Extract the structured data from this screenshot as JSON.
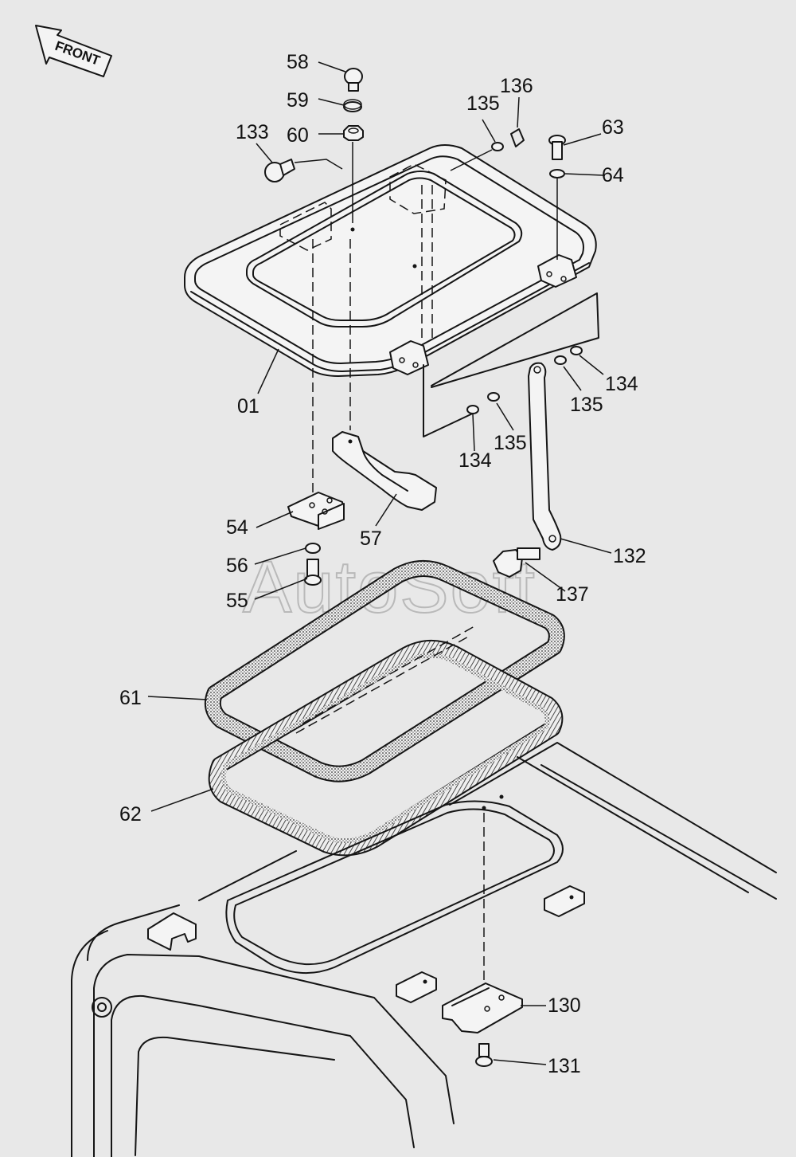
{
  "front_arrow": {
    "text": "FRONT"
  },
  "watermark": "AutoSoft",
  "part_labels": {
    "p58": "58",
    "p59": "59",
    "p60": "60",
    "p133": "133",
    "p135a": "135",
    "p136": "136",
    "p63": "63",
    "p64": "64",
    "p01": "01",
    "p134a": "134",
    "p135b": "135",
    "p135c": "135",
    "p134b": "134",
    "p54": "54",
    "p57": "57",
    "p56": "56",
    "p55": "55",
    "p132": "132",
    "p137": "137",
    "p61": "61",
    "p62": "62",
    "p130": "130",
    "p131": "131"
  },
  "colors": {
    "line": "#151515",
    "background": "#e8e8e8",
    "watermark": "#b9b9b9"
  }
}
